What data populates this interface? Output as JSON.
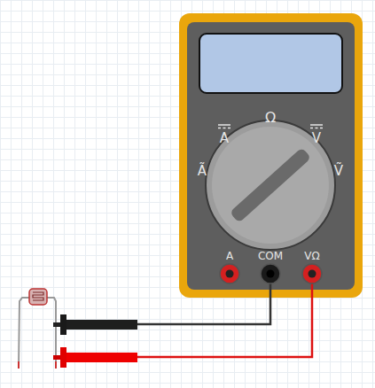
{
  "diagram": {
    "labels": [
      "Ω",
      "A",
      "V",
      "Ã",
      "Ṽ",
      "A",
      "COM",
      "VΩ"
    ]
  }
}
